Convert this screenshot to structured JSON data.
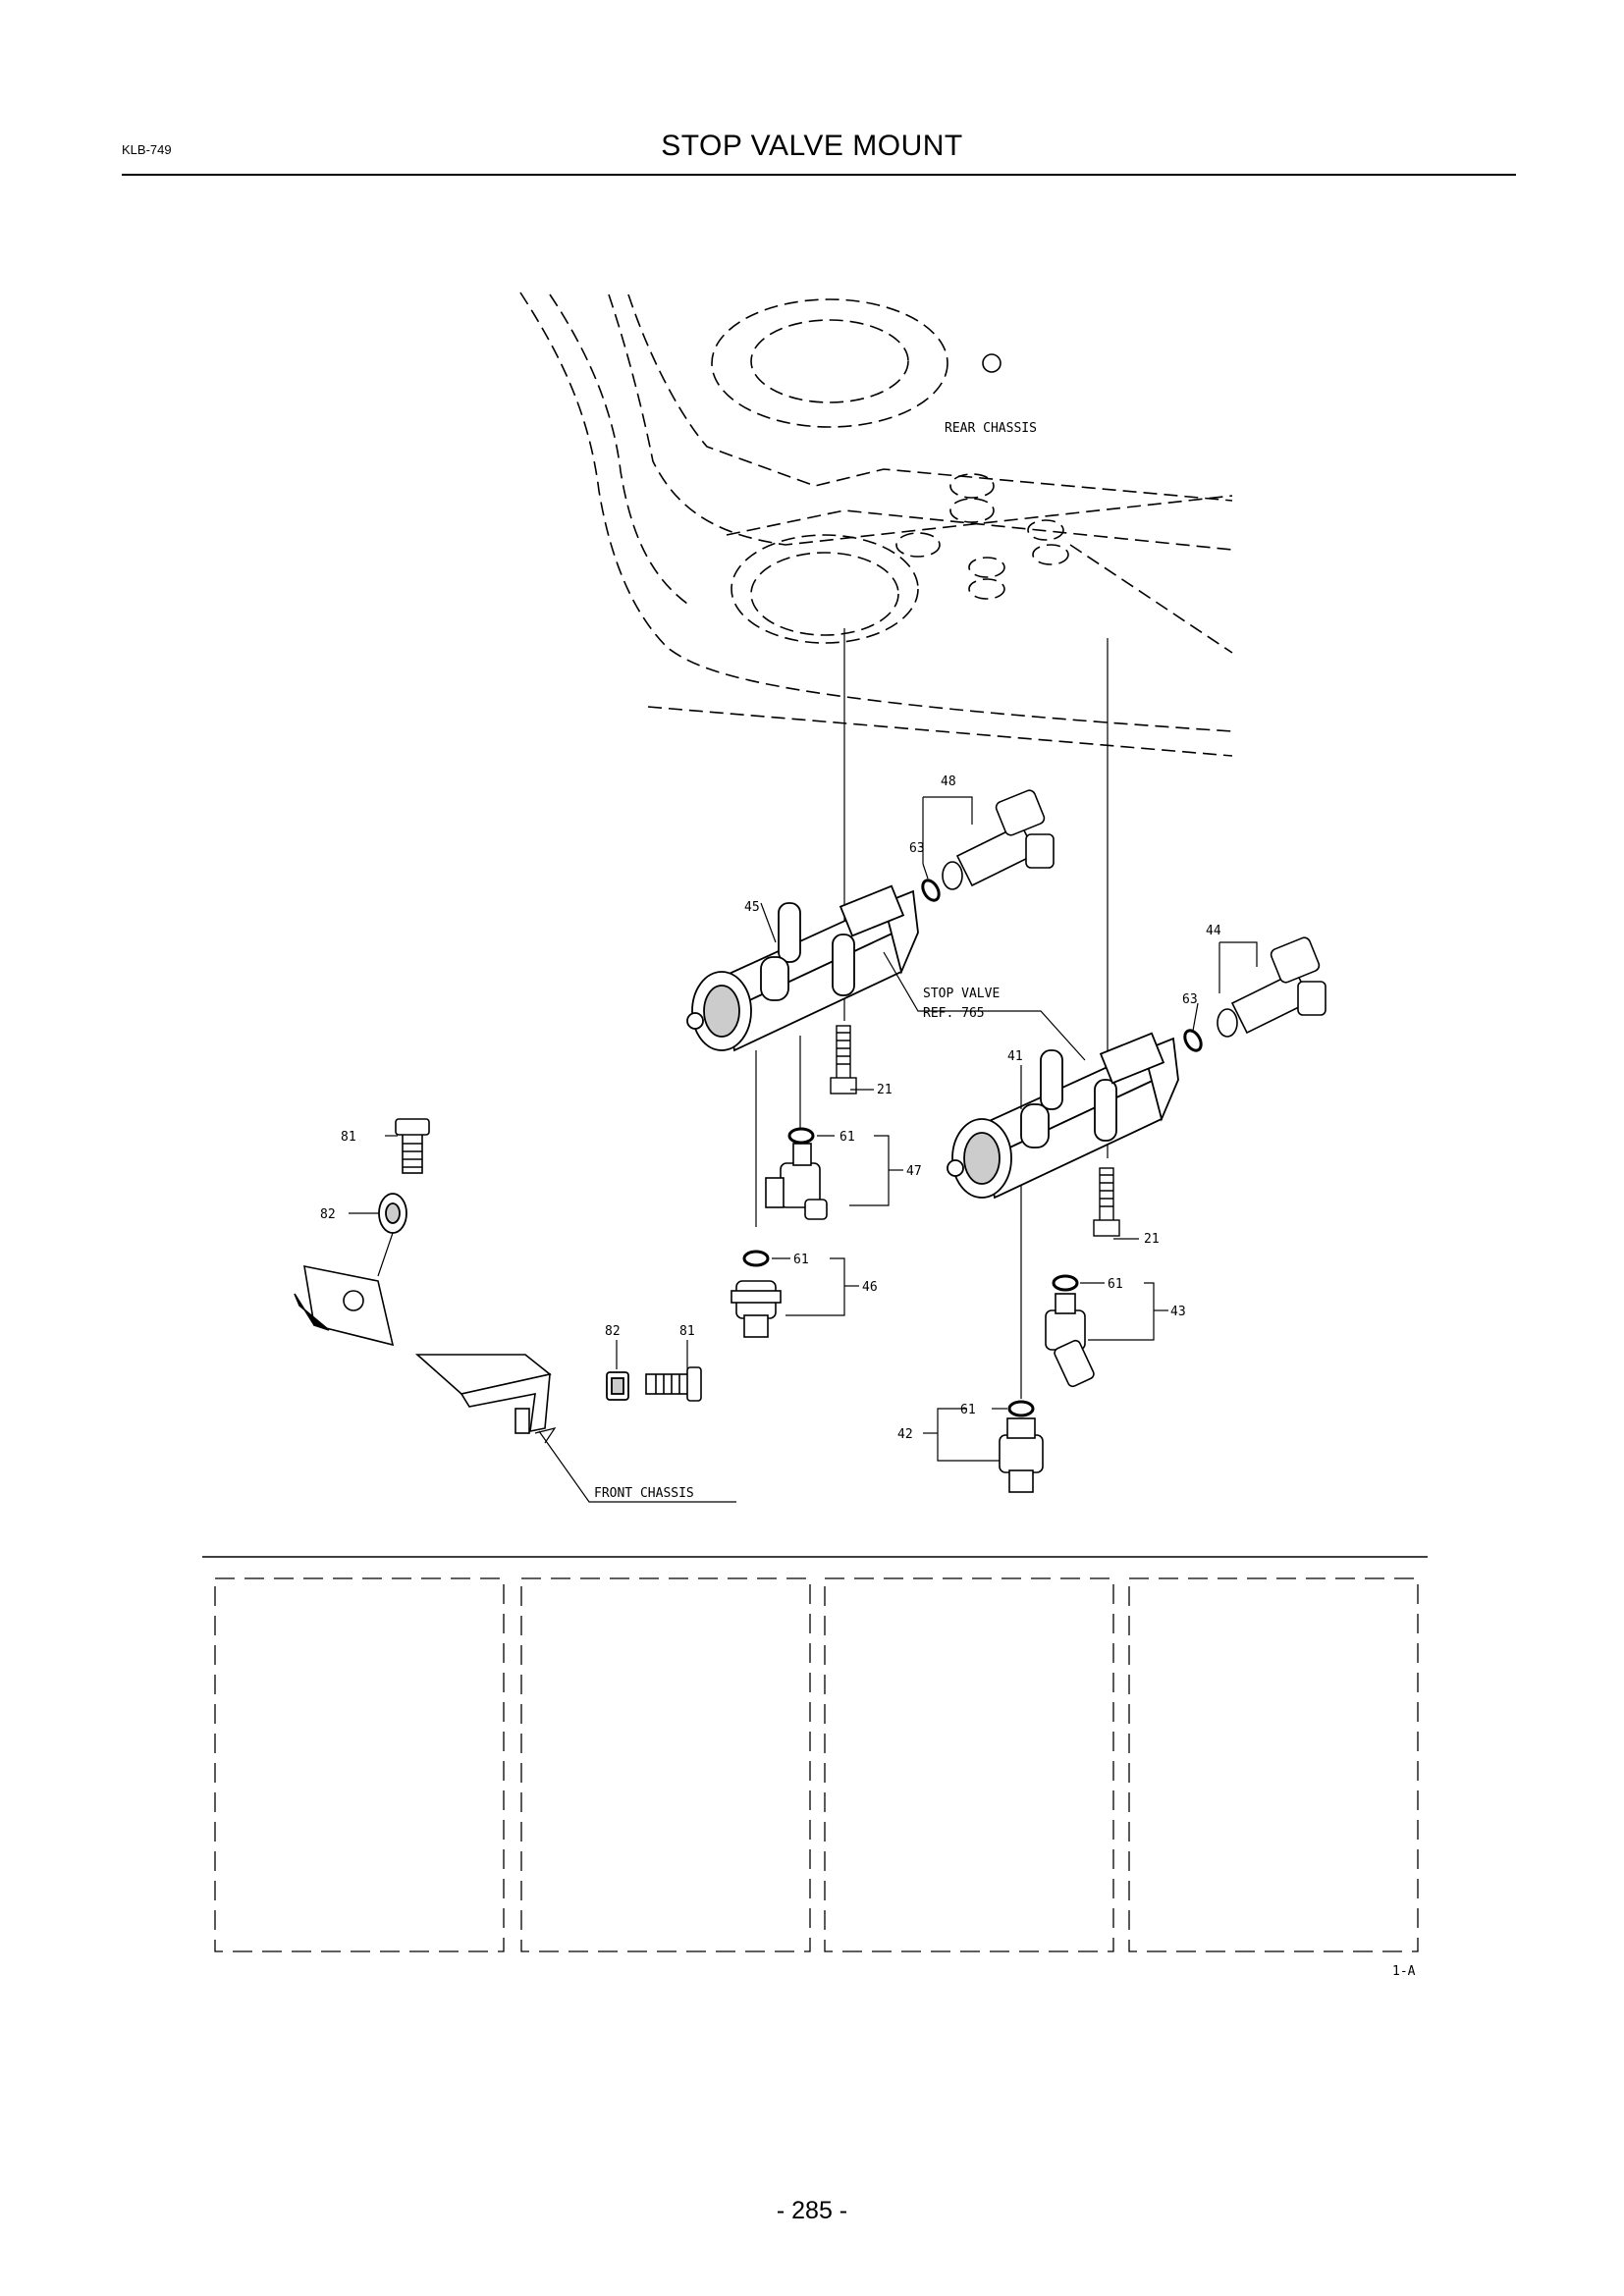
{
  "header": {
    "doc_code": "KLB-749",
    "title": "STOP VALVE MOUNT"
  },
  "diagram": {
    "chassis_labels": {
      "rear": "REAR CHASSIS",
      "front": "FRONT CHASSIS"
    },
    "stop_valve_label": {
      "line1": "STOP VALVE",
      "line2": "REF. 765"
    },
    "callouts": {
      "c48": "48",
      "c63a": "63",
      "c45": "45",
      "c44": "44",
      "c63b": "63",
      "c41": "41",
      "c21a": "21",
      "c21b": "21",
      "c81a": "81",
      "c82a": "82",
      "c61a": "61",
      "c47": "47",
      "c61b": "61",
      "c46": "46",
      "c82b": "82",
      "c81b": "81",
      "c61c": "61",
      "c43": "43",
      "c61d": "61",
      "c42": "42"
    },
    "figure_ref": "1-A"
  },
  "footer": {
    "page_number": "- 285 -"
  }
}
